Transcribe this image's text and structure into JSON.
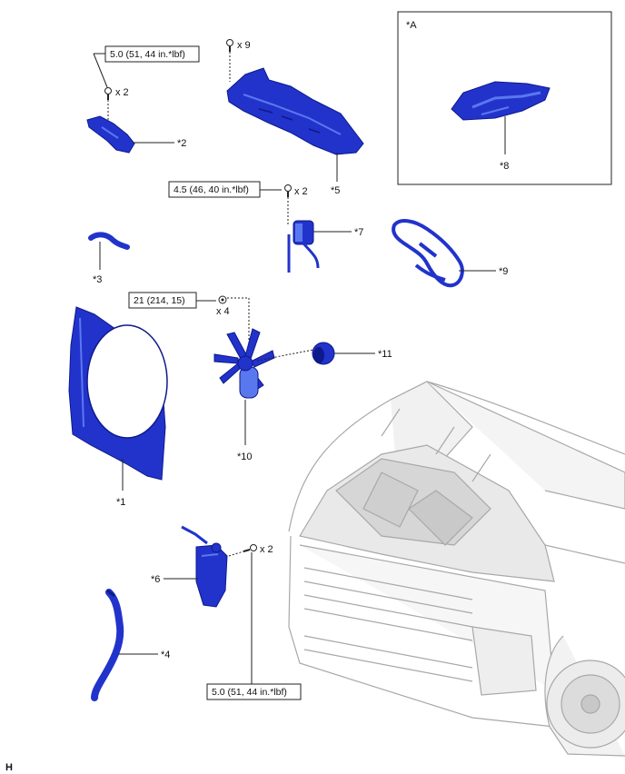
{
  "diagram": {
    "corner_letter": "H",
    "inset": {
      "label": "*A"
    },
    "parts": [
      {
        "id": "p1",
        "label": "*1"
      },
      {
        "id": "p2",
        "label": "*2"
      },
      {
        "id": "p3",
        "label": "*3"
      },
      {
        "id": "p4",
        "label": "*4"
      },
      {
        "id": "p5",
        "label": "*5"
      },
      {
        "id": "p6",
        "label": "*6"
      },
      {
        "id": "p7",
        "label": "*7"
      },
      {
        "id": "p8",
        "label": "*8"
      },
      {
        "id": "p9",
        "label": "*9"
      },
      {
        "id": "p10",
        "label": "*10"
      },
      {
        "id": "p11",
        "label": "*11"
      }
    ],
    "torques": [
      {
        "id": "t1",
        "text": "5.0 (51, 44 in.*lbf)"
      },
      {
        "id": "t2",
        "text": "4.5 (46, 40 in.*lbf)"
      },
      {
        "id": "t3",
        "text": "21 (214, 15)"
      },
      {
        "id": "t4",
        "text": "5.0 (51, 44 in.*lbf)"
      }
    ],
    "quantities": [
      {
        "id": "q1",
        "text": "x 2"
      },
      {
        "id": "q2",
        "text": "x 9"
      },
      {
        "id": "q3",
        "text": "x 2"
      },
      {
        "id": "q4",
        "text": "x 4"
      },
      {
        "id": "q5",
        "text": "x 2"
      }
    ],
    "colors": {
      "part": "#2233cc",
      "part_dark": "#0d1a8a",
      "part_light": "#5a78ee",
      "vehicle_line": "#9a9a9a"
    }
  }
}
